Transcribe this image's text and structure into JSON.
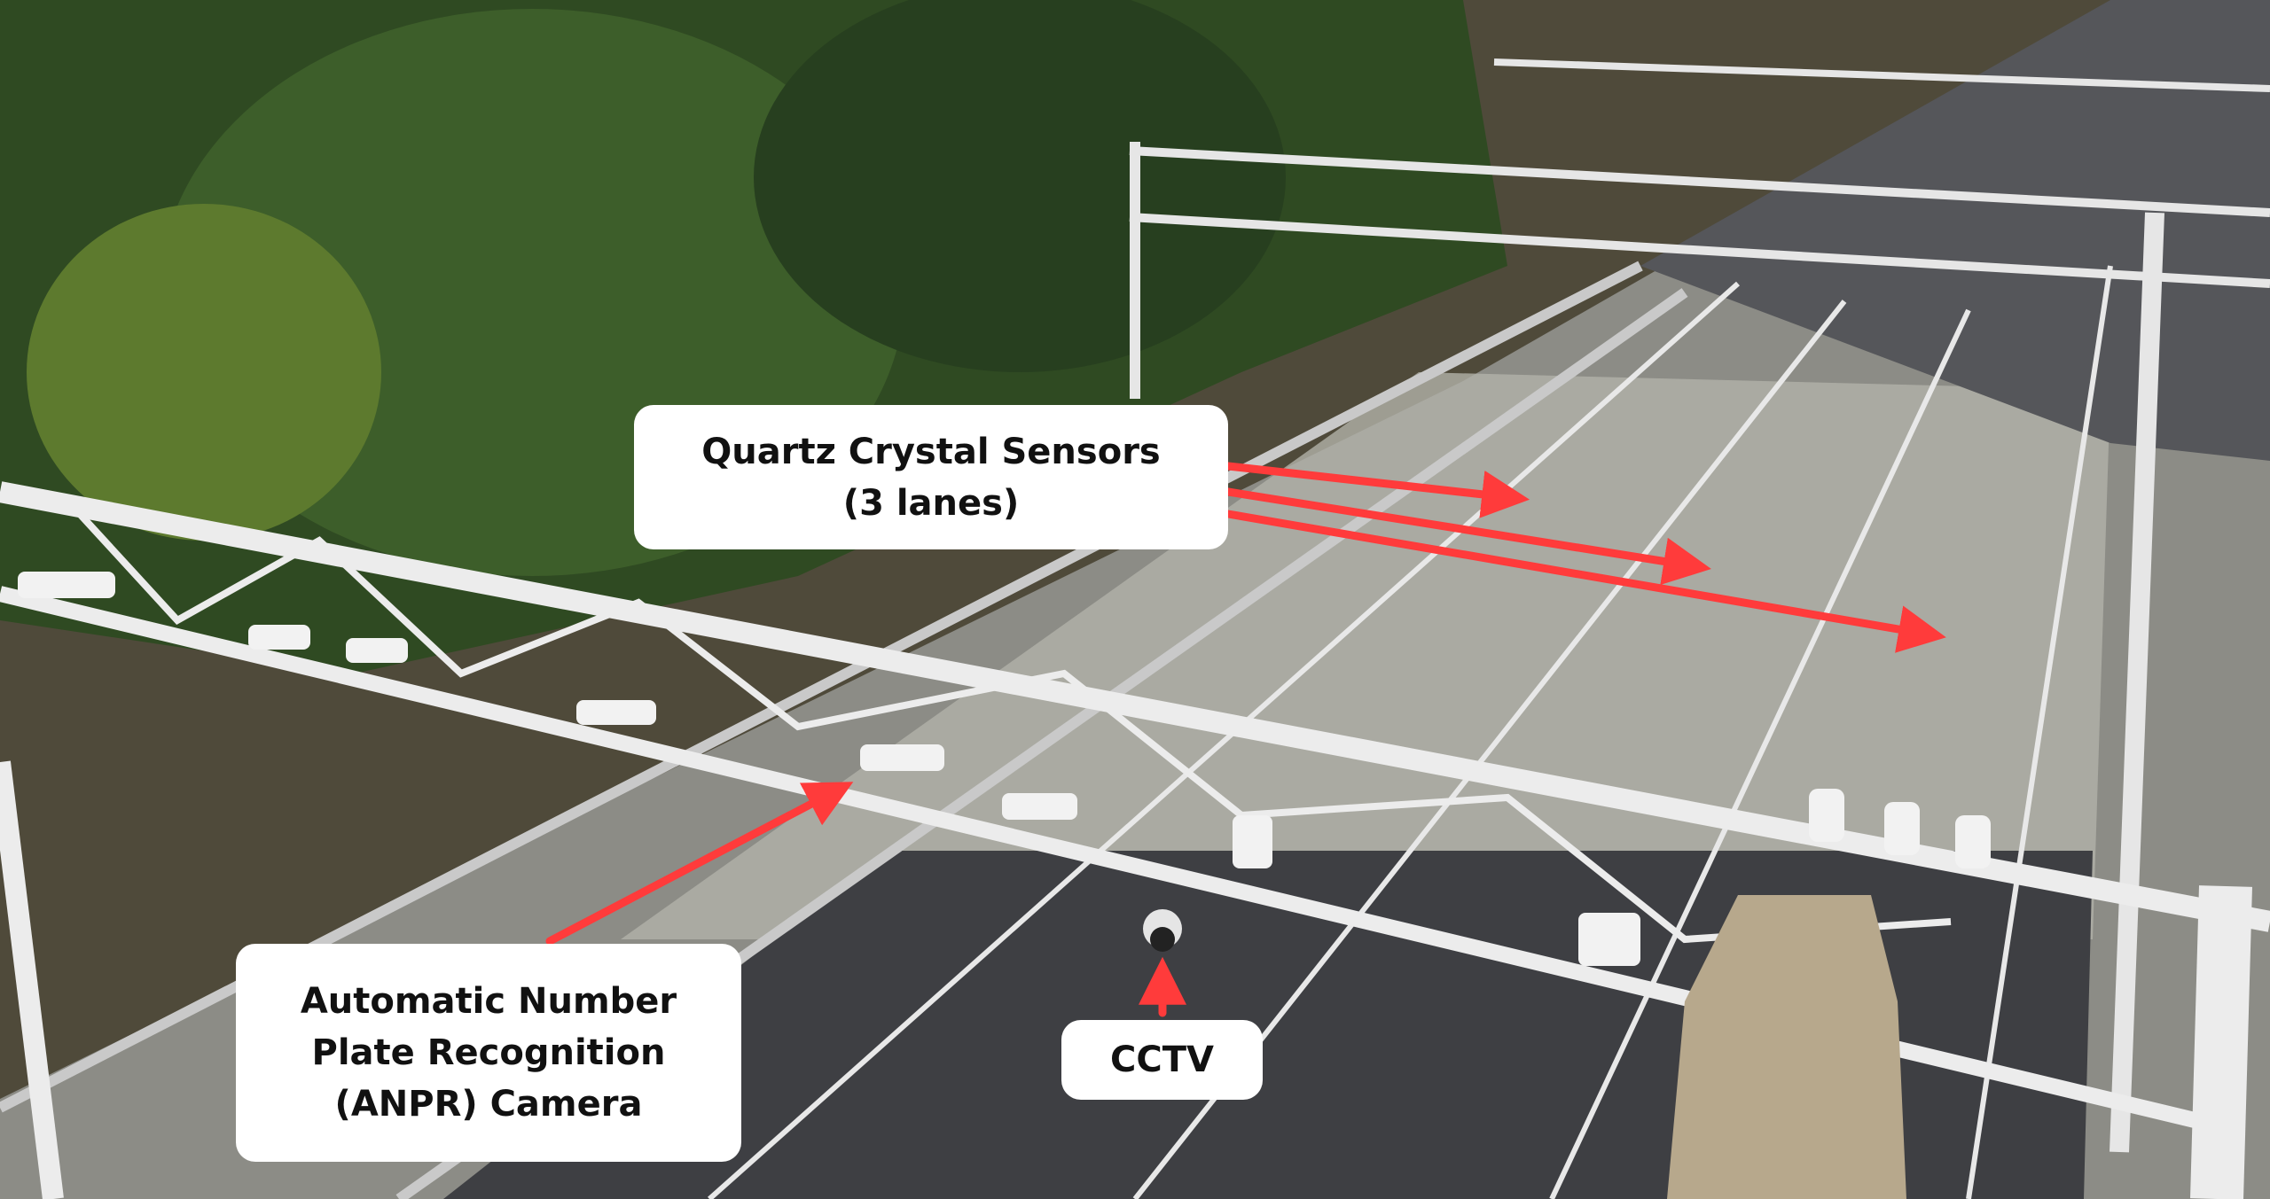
{
  "annotations": {
    "quartz": {
      "line1": "Quartz Crystal Sensors",
      "line2": "(3 lanes)"
    },
    "anpr": {
      "line1": "Automatic Number",
      "line2": "Plate Recognition",
      "line3": "(ANPR) Camera"
    },
    "cctv": {
      "line1": "CCTV"
    }
  },
  "colors": {
    "arrow": "#ff3b3b",
    "label_bg": "#ffffff"
  }
}
